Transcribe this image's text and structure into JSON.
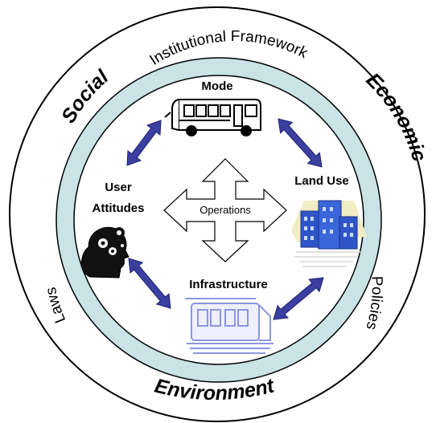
{
  "outer_labels": {
    "social": "Social",
    "economic": "Economic",
    "environment": "Environment"
  },
  "ring_labels": {
    "institutional_framework": "Institutional Framework",
    "laws": "Laws",
    "policies": "Policies"
  },
  "nodes": {
    "mode": "Mode",
    "user_attitudes_line1": "User",
    "user_attitudes_line2": "Attitudes",
    "land_use": "Land Use",
    "infrastructure": "Infrastructure"
  },
  "center": {
    "operations": "Operations"
  },
  "colors": {
    "ring_fill": "#c9e3e6",
    "arrow_blue": "#3a3fa0",
    "building_blue": "#2f55c8",
    "train_blue": "#8a96e0"
  },
  "icons": {
    "mode": "bus-icon",
    "user_attitudes": "head-gears-icon",
    "land_use": "buildings-icon",
    "infrastructure": "train-icon"
  }
}
